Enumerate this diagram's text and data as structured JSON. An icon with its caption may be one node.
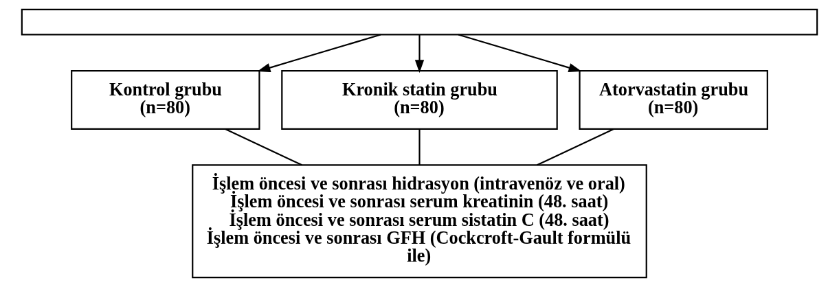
{
  "diagram": {
    "nodes": [
      {
        "text": [],
        "shape": "box"
      },
      {
        "text": [
          "Kontrol grubu (n=80)"
        ]
      },
      {
        "text": [
          "Kronik statin grubu (n=80)"
        ]
      },
      {
        "text": [
          "Atorvastatin grubu (n=80)"
        ]
      },
      {
        "text": [
          "İşlem öncesi ve sonrası hidrasyon (intravenöz ve oral)",
          "İşlem öncesi ve sonrası serum kreatinin (48. saat)",
          "İşlem öncesi ve sonrası serum sistatin C (48. saat)",
          "İşlem öncesi ve sonrası GFH (Cockcroft-Gault formülü ile)"
        ]
      }
    ],
    "edges": [
      {
        "from": 0,
        "to": 1,
        "arrow": "to"
      },
      {
        "from": 0,
        "to": 2,
        "arrow": "to"
      },
      {
        "from": 0,
        "to": 3,
        "arrow": "to"
      },
      {
        "from": 1,
        "to": 4,
        "arrow": "none"
      },
      {
        "from": 2,
        "to": 4,
        "arrow": "none"
      },
      {
        "from": 3,
        "to": 4,
        "arrow": "none"
      }
    ]
  }
}
